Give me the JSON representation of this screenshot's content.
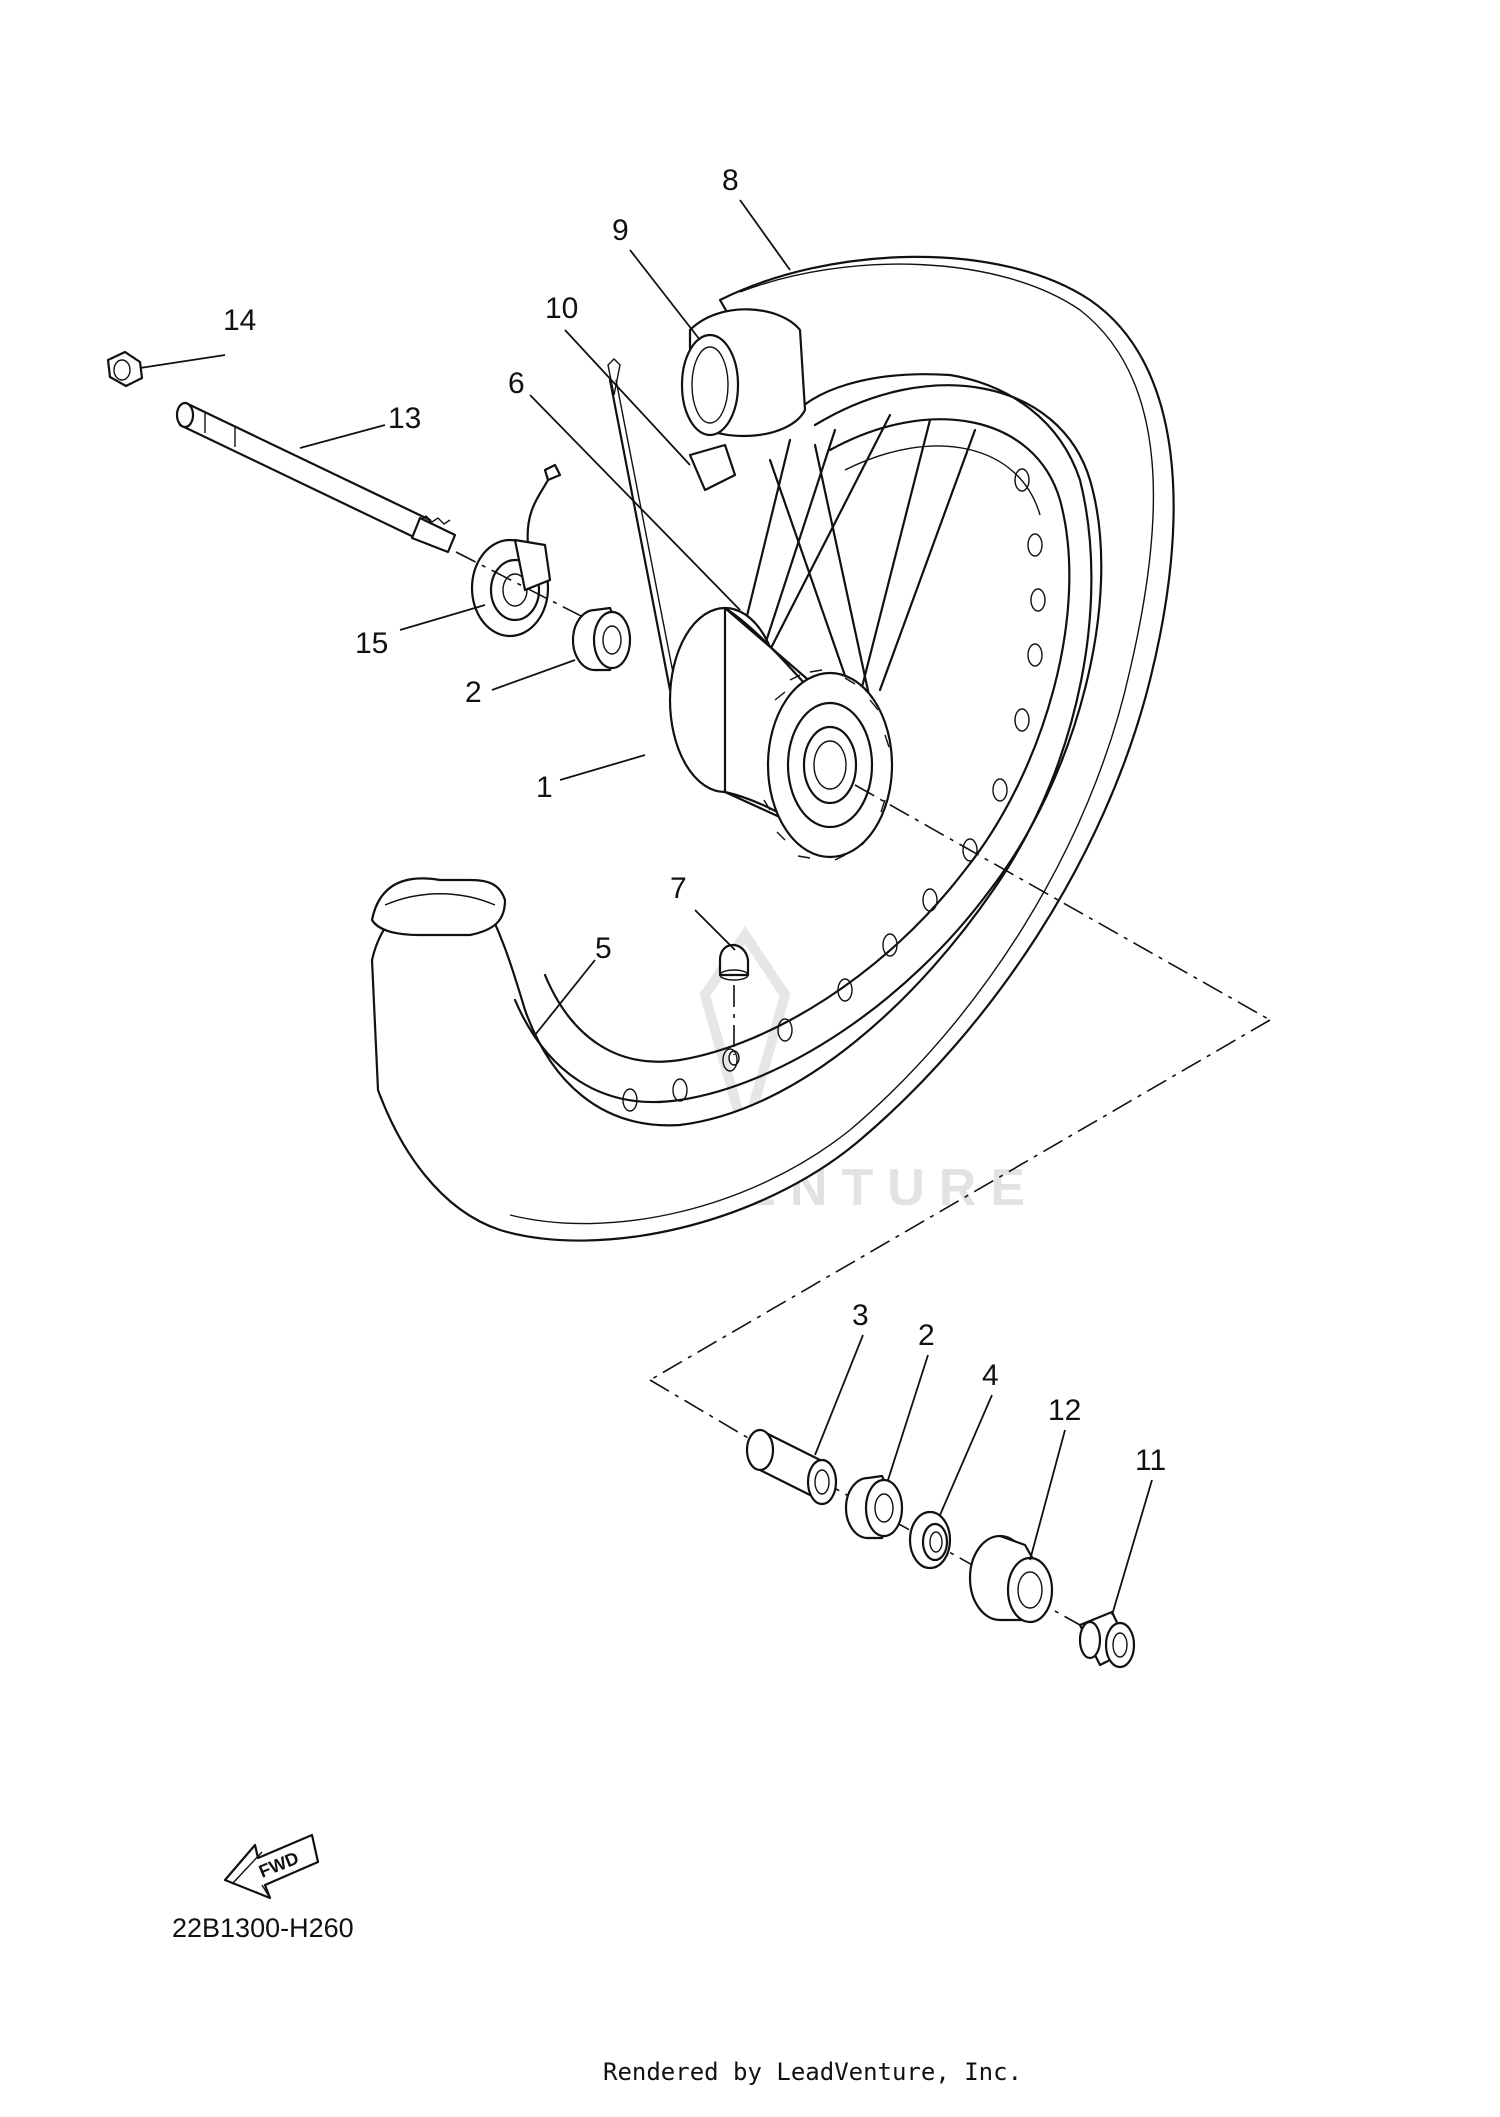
{
  "diagram_code": "22B1300-H260",
  "footer_text": "Rendered by LeadVenture, Inc.",
  "watermark_text": "LEADVENTURE",
  "fwd_label": "FWD",
  "callouts": [
    {
      "id": "c1",
      "label": "1"
    },
    {
      "id": "c2a",
      "label": "2"
    },
    {
      "id": "c2b",
      "label": "2"
    },
    {
      "id": "c3",
      "label": "3"
    },
    {
      "id": "c4",
      "label": "4"
    },
    {
      "id": "c5",
      "label": "5"
    },
    {
      "id": "c6",
      "label": "6"
    },
    {
      "id": "c7",
      "label": "7"
    },
    {
      "id": "c8",
      "label": "8"
    },
    {
      "id": "c9",
      "label": "9"
    },
    {
      "id": "c10",
      "label": "10"
    },
    {
      "id": "c11",
      "label": "11"
    },
    {
      "id": "c12",
      "label": "12"
    },
    {
      "id": "c13",
      "label": "13"
    },
    {
      "id": "c14",
      "label": "14"
    },
    {
      "id": "c15",
      "label": "15"
    }
  ]
}
